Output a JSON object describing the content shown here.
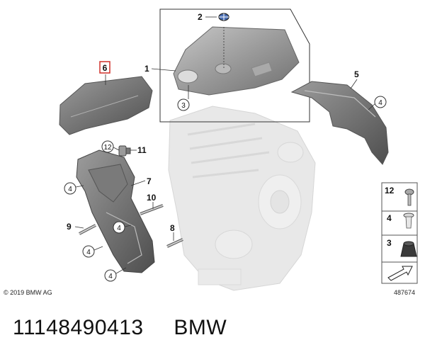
{
  "copyright": "© 2019 BMW AG",
  "diagram_id": "487674",
  "part_number": "11148490413",
  "brand": "BMW",
  "callouts": {
    "c1": "1",
    "c2": "2",
    "c3": "3",
    "c4a": "4",
    "c4b": "4",
    "c4c": "4",
    "c4d": "4",
    "c4e": "4",
    "c5": "5",
    "c6": "6",
    "c7": "7",
    "c8": "8",
    "c9": "9",
    "c10": "10",
    "c11": "11",
    "c12": "12"
  },
  "legend": {
    "l12": "12",
    "l4": "4",
    "l3": "3"
  },
  "colors": {
    "highlight": "#d0302a",
    "part_gray": "#8e8e8e",
    "engine_gray": "#d4d4d4"
  }
}
